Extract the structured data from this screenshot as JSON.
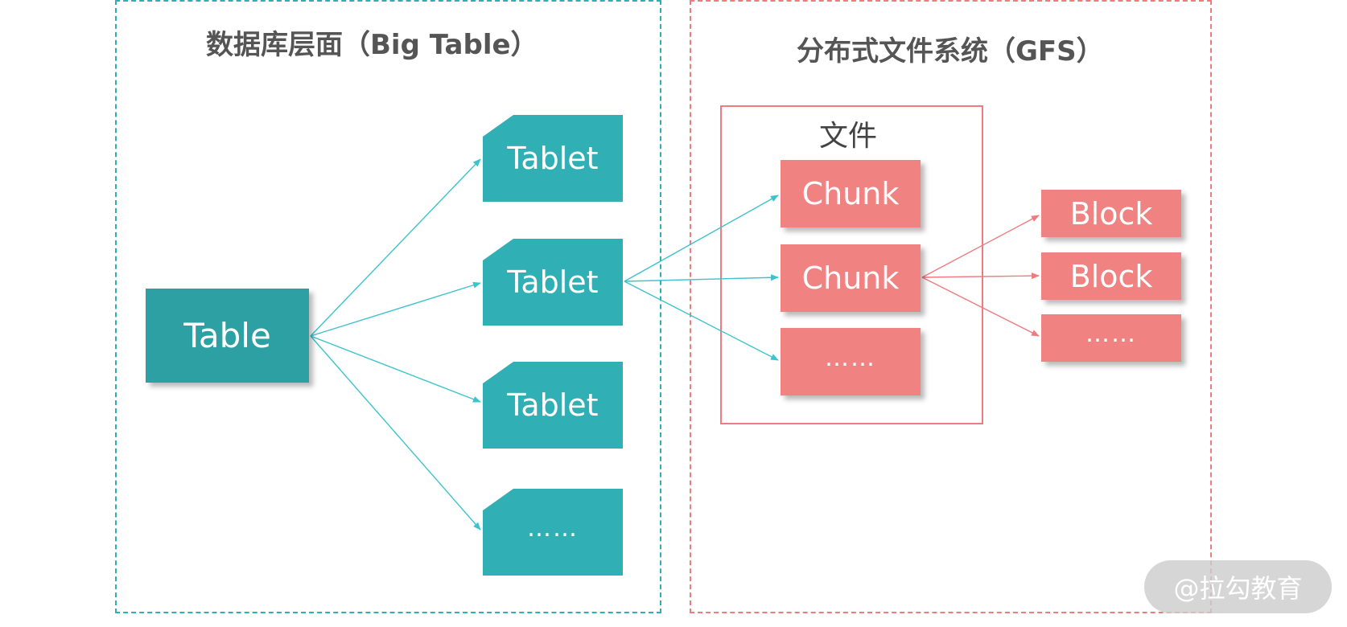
{
  "left_panel": {
    "title": "数据库层面（Big Table）",
    "table": "Table",
    "tablets": [
      "Tablet",
      "Tablet",
      "Tablet",
      "……"
    ]
  },
  "right_panel": {
    "title": "分布式文件系统（GFS）",
    "file_label": "文件",
    "chunks": [
      "Chunk",
      "Chunk",
      "……"
    ],
    "blocks": [
      "Block",
      "Block",
      "……"
    ]
  },
  "watermark": "@拉勾教育",
  "colors": {
    "teal": "#30afb4",
    "teal_dark": "#2ca0a2",
    "pink": "#f08282",
    "teal_border": "#2fafb3",
    "pink_border": "#ee7b80",
    "teal_arrow": "#3cc3cc",
    "pink_arrow": "#ee7b80"
  }
}
